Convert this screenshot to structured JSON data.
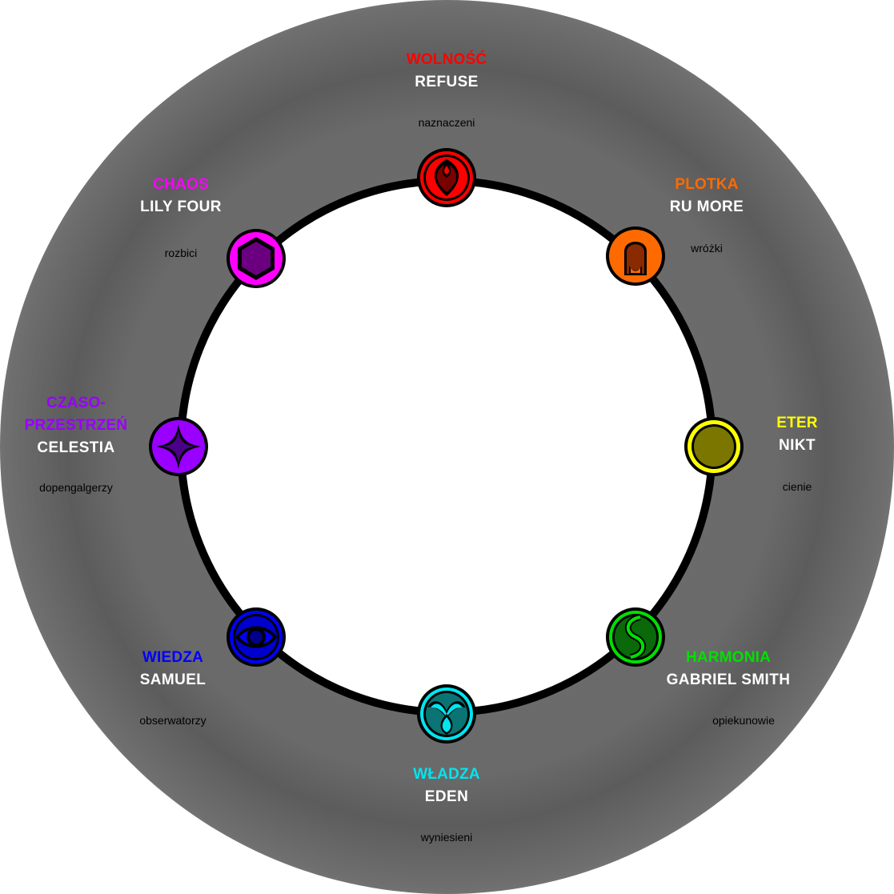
{
  "nodes": [
    {
      "id": "wolnosc",
      "domain": "WOLNOŚĆ",
      "deity": "REFUSE",
      "group": "naznaczeni",
      "color": "#ff0000",
      "symbol": "flame-heart-icon"
    },
    {
      "id": "plotka",
      "domain": "PLOTKA",
      "deity": "RU MORE",
      "group": "wróżki",
      "color": "#ff6a00",
      "symbol": "hood-icon"
    },
    {
      "id": "eter",
      "domain": "ETER",
      "deity": "NIKT",
      "group": "cienie",
      "color": "#ffff00",
      "symbol": "circle-icon"
    },
    {
      "id": "harmonia",
      "domain": "HARMONIA",
      "deity": "GABRIEL SMITH",
      "group": "opiekunowie",
      "color": "#00e000",
      "symbol": "wave-icon"
    },
    {
      "id": "wladza",
      "domain": "WŁADZA",
      "deity": "EDEN",
      "group": "wyniesieni",
      "color": "#00e5f0",
      "symbol": "crown-icon"
    },
    {
      "id": "wiedza",
      "domain": "WIEDZA",
      "deity": "SAMUEL",
      "group": "obserwatorzy",
      "color": "#0000ff",
      "symbol": "eye-icon"
    },
    {
      "id": "czasoprzestrzen",
      "domain": "CZASO-\nPRZESTRZEŃ",
      "domain_line1": "CZASO-",
      "domain_line2": "PRZESTRZEŃ",
      "deity": "CELESTIA",
      "group": "dopengalgerzy",
      "color": "#9900ff",
      "symbol": "four-point-star-icon"
    },
    {
      "id": "chaos",
      "domain": "CHAOS",
      "deity": "LILY FOUR",
      "group": "rozbici",
      "color": "#ff00ff",
      "symbol": "hexagon-icon"
    }
  ]
}
